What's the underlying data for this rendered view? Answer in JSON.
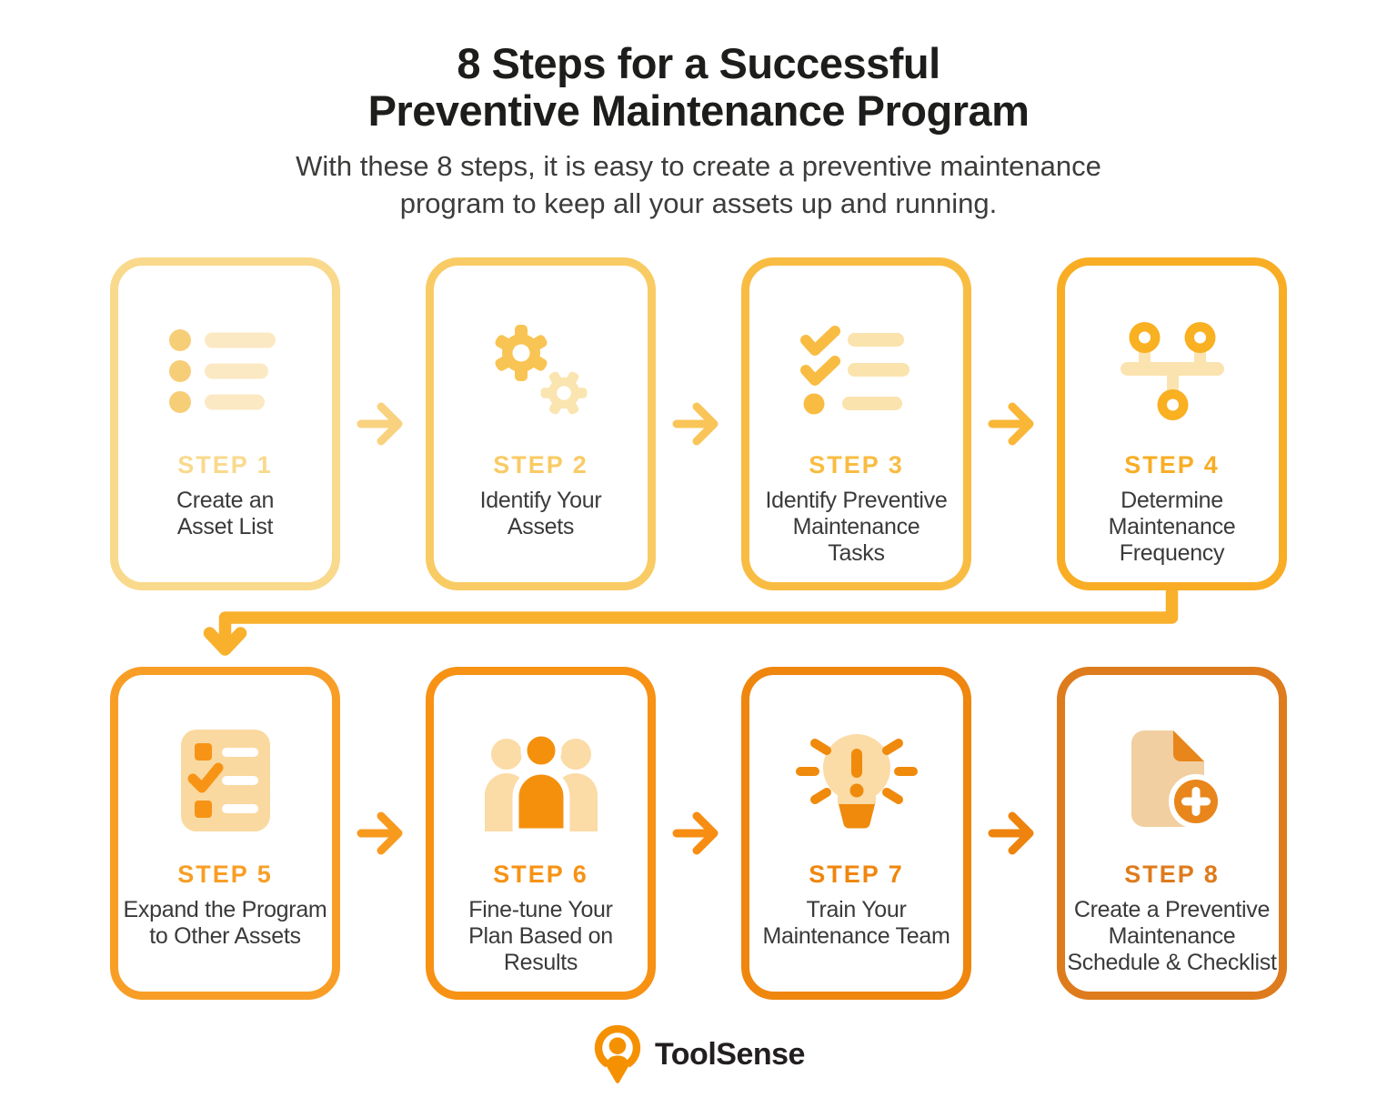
{
  "header": {
    "title": "8 Steps for a Successful\nPreventive Maintenance Program",
    "subtitle": "With these 8 steps, it is easy to create a preventive maintenance\nprogram to keep all your assets up and running."
  },
  "steps": [
    {
      "label": "STEP 1",
      "name": "Create an\nAsset List",
      "icon": "bulleted-list-icon",
      "color": "#F9D98C",
      "icon_primary": "#F7CE78",
      "icon_light": "#FBE9C4"
    },
    {
      "label": "STEP 2",
      "name": "Identify Your\nAssets",
      "icon": "gears-icon",
      "color": "#F9CB64",
      "icon_primary": "#F8C453",
      "icon_light": "#FAE4B0"
    },
    {
      "label": "STEP 3",
      "name": "Identify Preventive\nMaintenance\nTasks",
      "icon": "checklist-icon",
      "color": "#F9BC42",
      "icon_primary": "#F9BC42",
      "icon_light": "#FAE3AD"
    },
    {
      "label": "STEP 4",
      "name": "Determine\nMaintenance\nFrequency",
      "icon": "frequency-diagram-icon",
      "color": "#F8AD24",
      "icon_primary": "#F9B021",
      "icon_light": "#FBE3B0"
    },
    {
      "label": "STEP 5",
      "name": "Expand the Program\nto Other Assets",
      "icon": "task-list-icon",
      "color": "#F89E26",
      "icon_primary": "#F79415",
      "icon_light": "#FAD9A0"
    },
    {
      "label": "STEP 6",
      "name": "Fine-tune Your\nPlan Based on\nResults",
      "icon": "team-icon",
      "color": "#F79214",
      "icon_primary": "#F5900D",
      "icon_light": "#FBDBA6"
    },
    {
      "label": "STEP 7",
      "name": "Train Your\nMaintenance Team",
      "icon": "lightbulb-alert-icon",
      "color": "#EF860E",
      "icon_primary": "#EF8A0C",
      "icon_light": "#FBDBA6"
    },
    {
      "label": "STEP 8",
      "name": "Create a Preventive\nMaintenance\nSchedule & Checklist",
      "icon": "document-add-icon",
      "color": "#DE7B1C",
      "icon_primary": "#E8861B",
      "icon_light": "#F2CFA0"
    }
  ],
  "connectors": {
    "row1": [
      "#F9D280",
      "#F9C558",
      "#F9B637"
    ],
    "wrap": "#F9B02C",
    "row2": [
      "#F89A1E",
      "#F78D12",
      "#EE830D"
    ]
  },
  "footer": {
    "brand": "ToolSense",
    "brand_color": "#F59100",
    "text_color": "#231F20"
  }
}
